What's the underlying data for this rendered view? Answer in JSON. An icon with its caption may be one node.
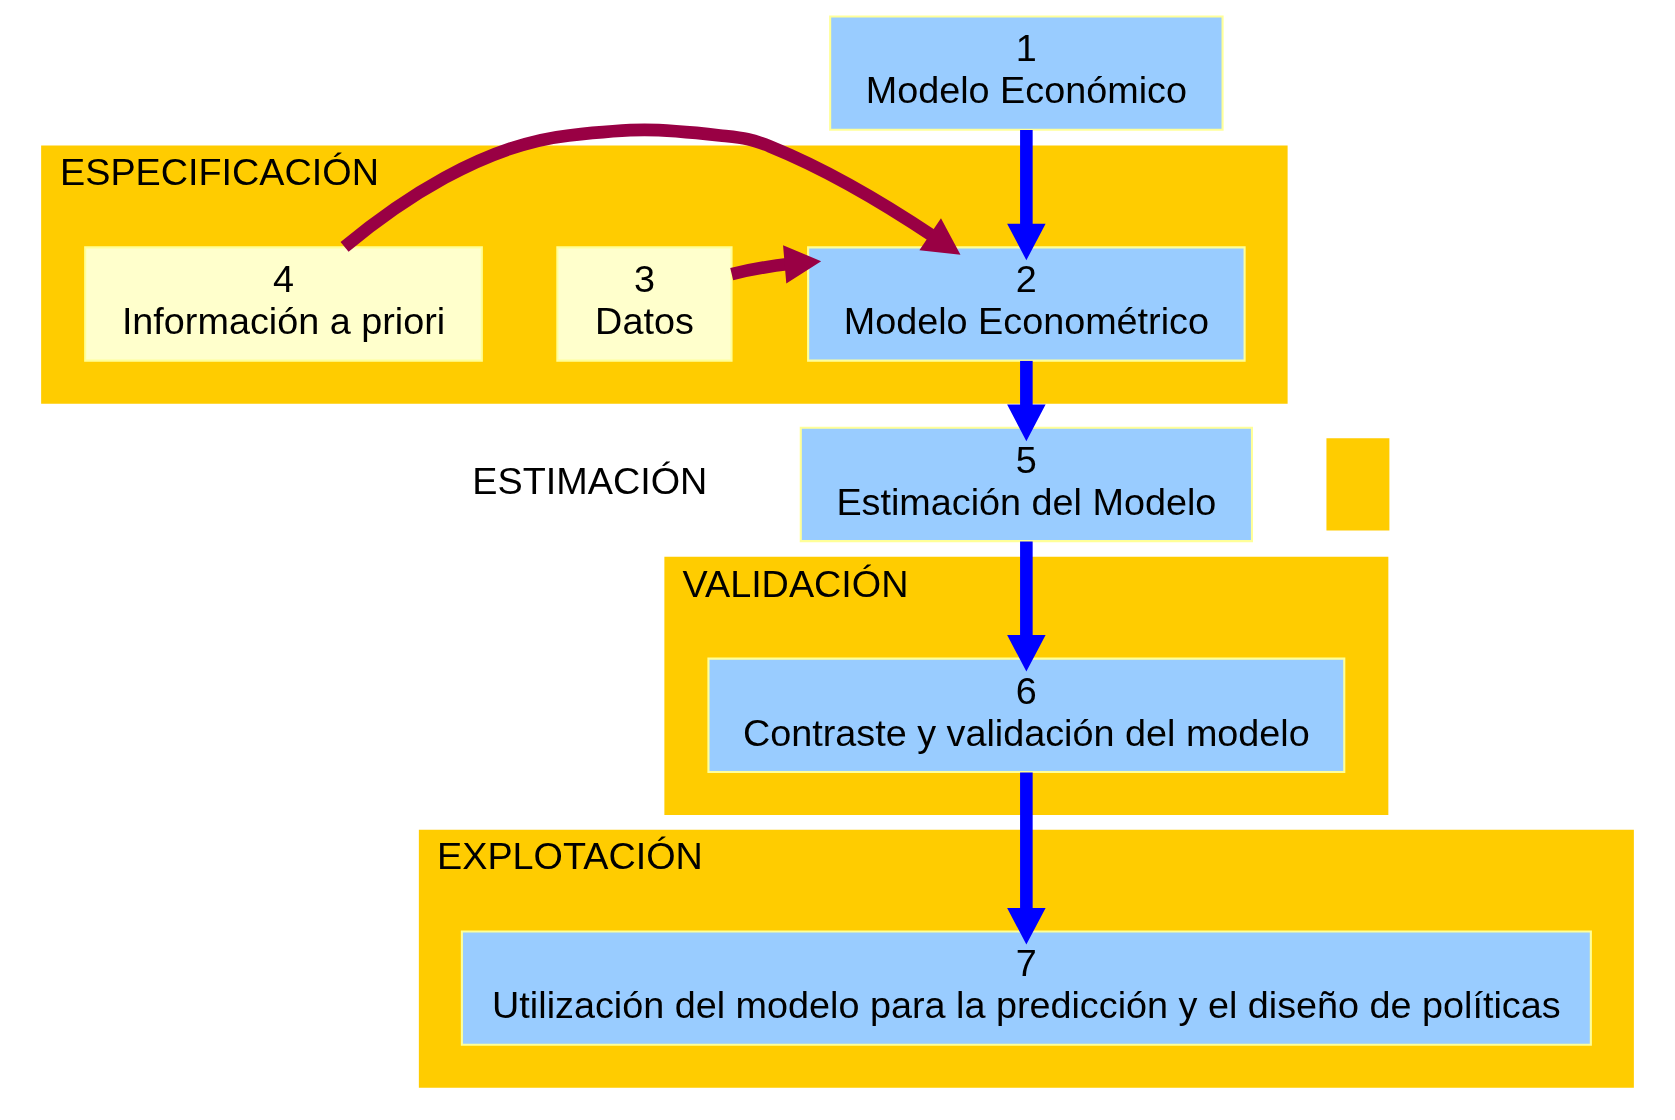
{
  "diagram": {
    "nodes": [
      {
        "text": [
          "1",
          "Modelo Económico"
        ]
      },
      {
        "text": [
          "ESPECIFICACIÓN"
        ]
      },
      {
        "text": [
          "3",
          "Datos"
        ],
        "in": 1
      },
      {
        "text": [
          "2",
          "Modelo Econométrico"
        ],
        "in": 1
      },
      {
        "text": [
          "4",
          "Información a priori"
        ],
        "in": 1
      },
      {
        "text": [
          "5",
          "Estimación del Modelo"
        ]
      },
      {
        "text": [],
        "shape": "box"
      },
      {
        "text": [
          "VALIDACIÓN"
        ]
      },
      {
        "text": [
          "6",
          "Contraste y validación del modelo"
        ],
        "in": 7
      },
      {
        "text": [
          "EXPLOTACIÓN"
        ]
      },
      {
        "text": [
          "7",
          "Utilización del modelo para la predicción y el diseño de políticas"
        ],
        "in": 9
      }
    ],
    "edges": [
      {
        "from": 0,
        "to": 3,
        "arrow": "to"
      },
      {
        "from": 2,
        "to": 3,
        "arrow": "to",
        "color": "#990044"
      },
      {
        "from": 4,
        "to": 3,
        "arrow": "to",
        "color": "#990044"
      },
      {
        "from": 3,
        "to": 5,
        "arrow": "to"
      },
      {
        "from": 5,
        "to": 8,
        "arrow": "to"
      },
      {
        "from": 8,
        "to": 10,
        "arrow": "to"
      }
    ],
    "labels": [
      "ESTIMACIÓN"
    ]
  }
}
